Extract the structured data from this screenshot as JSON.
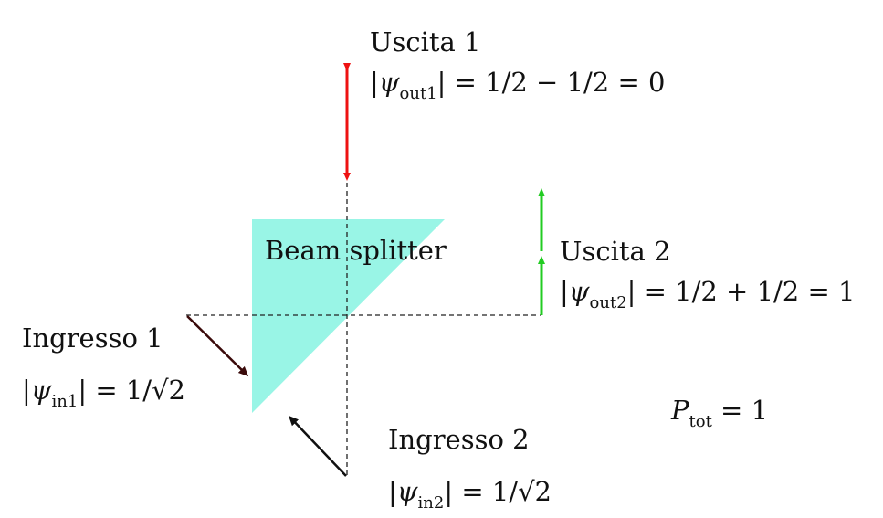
{
  "beam_splitter": {
    "label": "Beam splitter"
  },
  "output1": {
    "title": "Uscita 1",
    "psi_sub": "out1",
    "eq_rest": "| = 1/2 − 1/2 = 0"
  },
  "output2": {
    "title": "Uscita 2",
    "psi_sub": "out2",
    "eq_rest": "| = 1/2 + 1/2 = 1"
  },
  "input1": {
    "title": "Ingresso 1",
    "psi_sub": "in1",
    "eq_rest": "| = 1/√2"
  },
  "input2": {
    "title": "Ingresso 2",
    "psi_sub": "in2",
    "eq_rest": "| = 1/√2"
  },
  "total": {
    "P": "P",
    "sub": "tot",
    "eq_rest": " = 1"
  },
  "colors": {
    "splitter_fill": "#99f5e6",
    "output1_arrow": "#ee1111",
    "output2_arrow": "#22cc22",
    "input1_arrow": "#3a0a0a",
    "input2_arrow": "#111111",
    "dashed": "#222222"
  }
}
